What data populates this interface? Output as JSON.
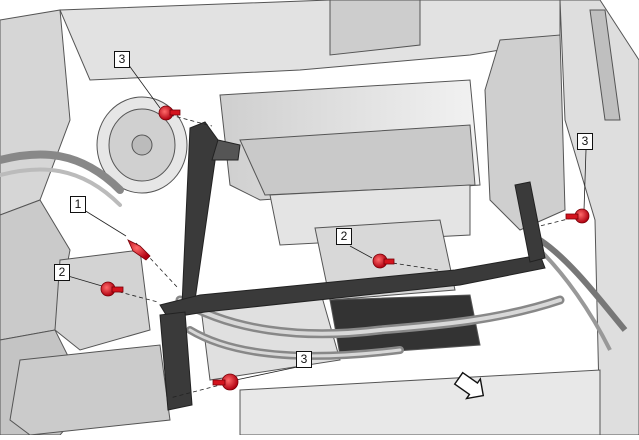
{
  "diagram": {
    "callouts": [
      {
        "id": "c3a",
        "number": "3"
      },
      {
        "id": "c1",
        "number": "1"
      },
      {
        "id": "c2a",
        "number": "2"
      },
      {
        "id": "c2b",
        "number": "2"
      },
      {
        "id": "c3b",
        "number": "3"
      },
      {
        "id": "c3c",
        "number": "3"
      }
    ],
    "colors": {
      "fastener": "#e0101a",
      "bracket": "#3a3a3a",
      "line_art": "#555555",
      "part_fill": "#dcdcdc",
      "background": "#ffffff"
    },
    "icons": [
      "direction-arrow-icon"
    ]
  }
}
